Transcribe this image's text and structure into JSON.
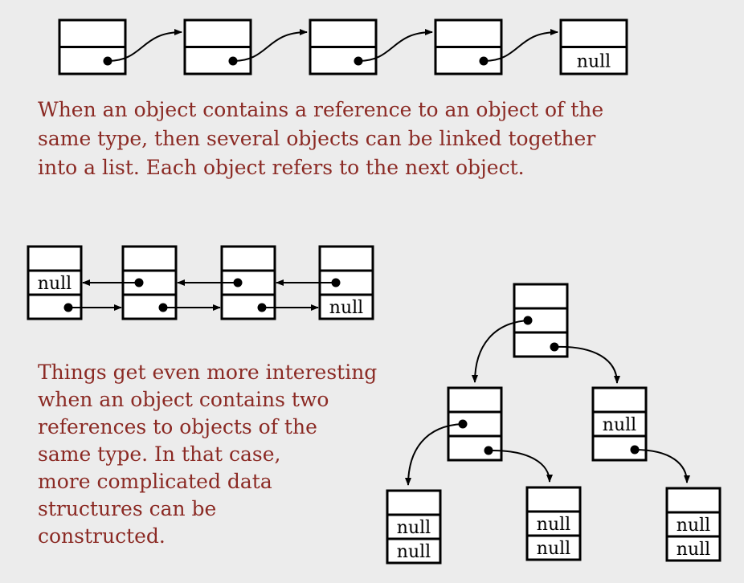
{
  "null_label": "null",
  "caption_1": [
    "When an object contains a reference to an object of the",
    "same type, then several objects can be linked together",
    "into a list.  Each object refers to the next object."
  ],
  "caption_2": [
    "Things get even more interesting",
    "when an object contains two",
    "references to objects of the",
    "same type.  In that case,",
    "more complicated data",
    "structures can be",
    "constructed."
  ],
  "colors": {
    "caption": "#8b2a24",
    "background": "#ececec",
    "stroke": "#000000"
  }
}
